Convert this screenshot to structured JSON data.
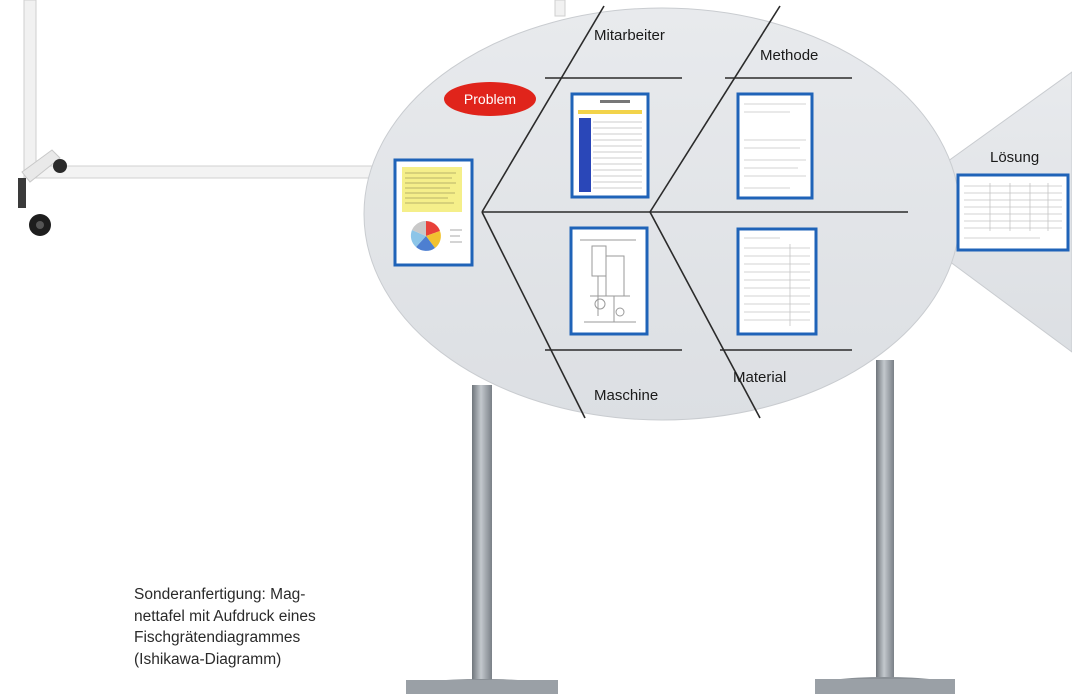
{
  "board": {
    "problem_label": "Problem",
    "categories": {
      "top_left": "Mitarbeiter",
      "top_right": "Methode",
      "bottom_left": "Maschine",
      "bottom_right": "Material"
    },
    "solution_label": "Lösung"
  },
  "caption": {
    "lines": [
      "Sonderanfertigung: Mag-",
      "nettafel mit Aufdruck eines",
      "Fischgrätendiagrammes",
      "(Ishikawa-Diagramm)"
    ]
  },
  "colors": {
    "board": "#e3e5e8",
    "problem_oval": "#e0241b",
    "frame_blue": "#1f63b8",
    "stand": "#9aa0a6"
  }
}
